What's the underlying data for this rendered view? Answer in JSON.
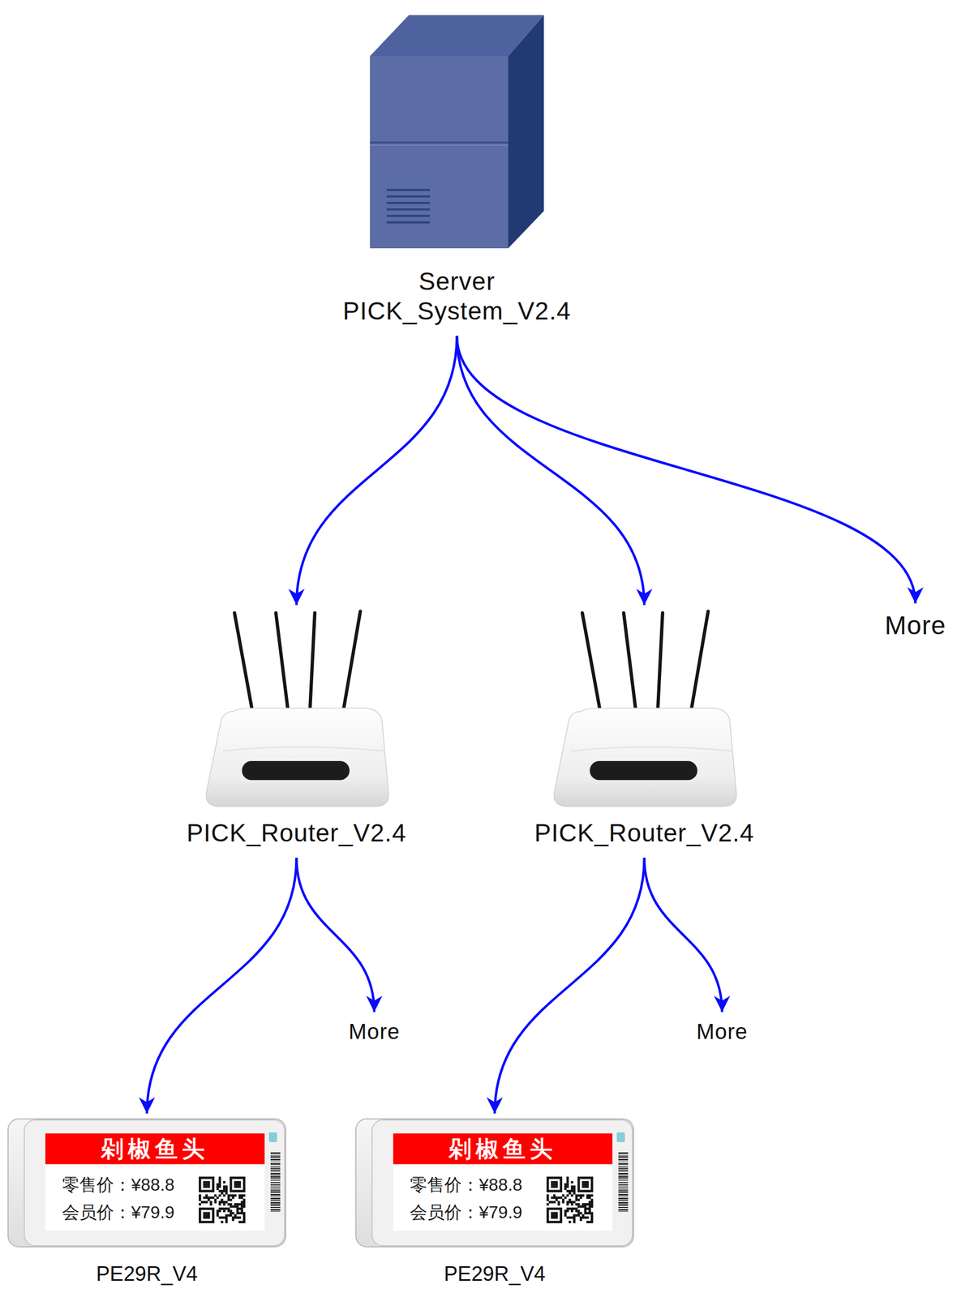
{
  "diagram": {
    "nodes": [
      {
        "text": [
          "Server",
          "PICK_System_V2.4"
        ]
      },
      {
        "text": [
          "PICK_Router_V2.4"
        ]
      },
      {
        "text": [
          "PICK_Router_V2.4"
        ]
      },
      {
        "text": [
          "More"
        ]
      },
      {
        "text": [
          "More"
        ]
      },
      {
        "text": [
          "More"
        ]
      },
      {
        "text": [
          "剁椒鱼头",
          "零售价：¥88.8",
          "会员价：¥79.9",
          "PE29R_V4"
        ]
      },
      {
        "text": [
          "剁椒鱼头",
          "零售价：¥88.8",
          "会员价：¥79.9",
          "PE29R_V4"
        ]
      }
    ],
    "edges": [
      {
        "from": 0,
        "to": 1,
        "arrow": "to"
      },
      {
        "from": 0,
        "to": 2,
        "arrow": "to"
      },
      {
        "from": 0,
        "to": 3,
        "arrow": "to"
      },
      {
        "from": 1,
        "to": 6,
        "arrow": "to"
      },
      {
        "from": 1,
        "to": 4,
        "arrow": "to"
      },
      {
        "from": 2,
        "to": 7,
        "arrow": "to"
      },
      {
        "from": 2,
        "to": 5,
        "arrow": "to"
      }
    ]
  }
}
